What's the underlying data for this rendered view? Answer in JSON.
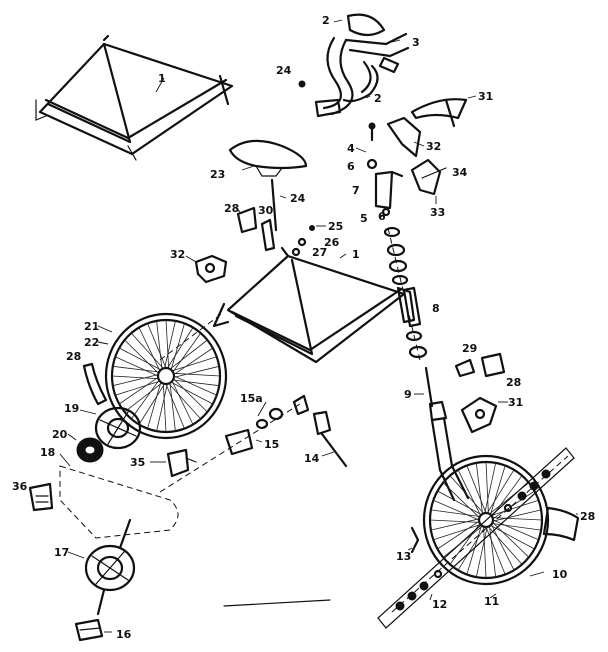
{
  "callouts": [
    {
      "id": "c1a",
      "text": "1"
    },
    {
      "id": "c1b",
      "text": "1"
    },
    {
      "id": "c2a",
      "text": "2"
    },
    {
      "id": "c2b",
      "text": "2"
    },
    {
      "id": "c3",
      "text": "3"
    },
    {
      "id": "c4",
      "text": "4"
    },
    {
      "id": "c5",
      "text": "5"
    },
    {
      "id": "c6a",
      "text": "6"
    },
    {
      "id": "c6b",
      "text": "6"
    },
    {
      "id": "c7",
      "text": "7"
    },
    {
      "id": "c8",
      "text": "8"
    },
    {
      "id": "c9",
      "text": "9"
    },
    {
      "id": "c10",
      "text": "10"
    },
    {
      "id": "c11",
      "text": "11"
    },
    {
      "id": "c12",
      "text": "12"
    },
    {
      "id": "c13",
      "text": "13"
    },
    {
      "id": "c14",
      "text": "14"
    },
    {
      "id": "c15",
      "text": "15"
    },
    {
      "id": "c15a",
      "text": "15a"
    },
    {
      "id": "c16",
      "text": "16"
    },
    {
      "id": "c17",
      "text": "17"
    },
    {
      "id": "c18",
      "text": "18"
    },
    {
      "id": "c19",
      "text": "19"
    },
    {
      "id": "c20",
      "text": "20"
    },
    {
      "id": "c21",
      "text": "21"
    },
    {
      "id": "c22",
      "text": "22"
    },
    {
      "id": "c23",
      "text": "23"
    },
    {
      "id": "c24a",
      "text": "24"
    },
    {
      "id": "c24b",
      "text": "24"
    },
    {
      "id": "c25",
      "text": "25"
    },
    {
      "id": "c26",
      "text": "26"
    },
    {
      "id": "c27",
      "text": "27"
    },
    {
      "id": "c28a",
      "text": "28"
    },
    {
      "id": "c28b",
      "text": "28"
    },
    {
      "id": "c28c",
      "text": "28"
    },
    {
      "id": "c28d",
      "text": "28"
    },
    {
      "id": "c29",
      "text": "29"
    },
    {
      "id": "c30",
      "text": "30"
    },
    {
      "id": "c31a",
      "text": "31"
    },
    {
      "id": "c31b",
      "text": "31"
    },
    {
      "id": "c32a",
      "text": "32"
    },
    {
      "id": "c32b",
      "text": "32"
    },
    {
      "id": "c33",
      "text": "33"
    },
    {
      "id": "c34",
      "text": "34"
    },
    {
      "id": "c35",
      "text": "35"
    },
    {
      "id": "c36",
      "text": "36"
    }
  ]
}
